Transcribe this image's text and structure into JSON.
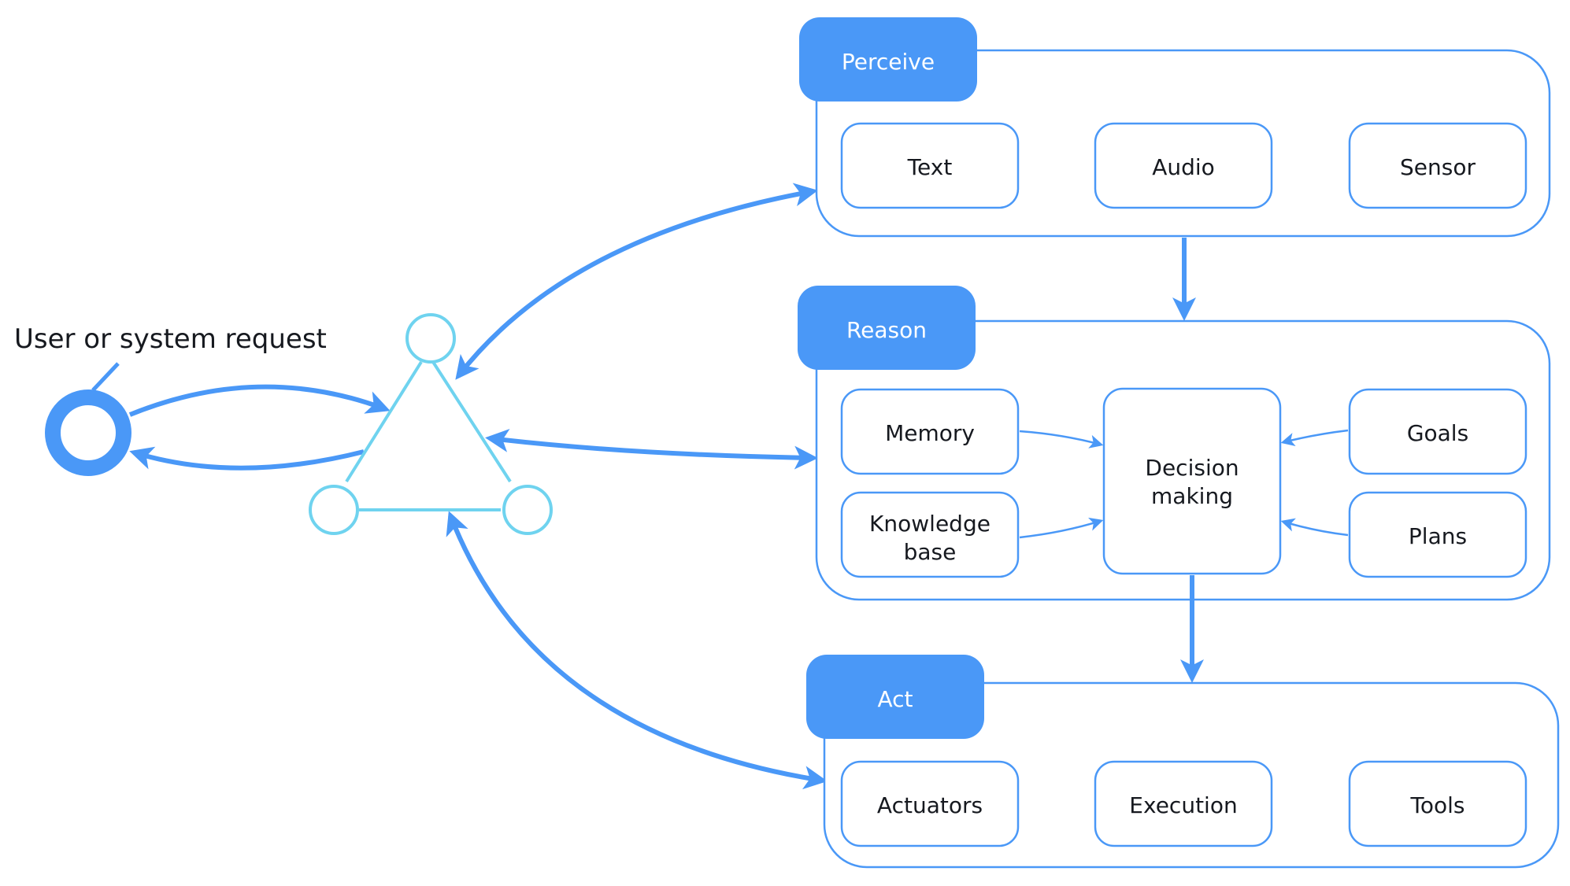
{
  "request": {
    "label": "User or system request"
  },
  "perceive": {
    "title": "Perceive",
    "items": [
      "Text",
      "Audio",
      "Sensor"
    ]
  },
  "reason": {
    "title": "Reason",
    "inputs": [
      "Memory",
      "Knowledge",
      "base"
    ],
    "decision": [
      "Decision",
      "making"
    ],
    "drivers": [
      "Goals",
      "Plans"
    ]
  },
  "act": {
    "title": "Act",
    "items": [
      "Actuators",
      "Execution",
      "Tools"
    ]
  },
  "colors": {
    "accent": "#4a98f7",
    "agent": "#6fd3ef",
    "text": "#16191f",
    "tab_text": "#ffffff"
  },
  "icons": {
    "request_node": "ring-icon",
    "agent": "triangle-network-icon"
  }
}
